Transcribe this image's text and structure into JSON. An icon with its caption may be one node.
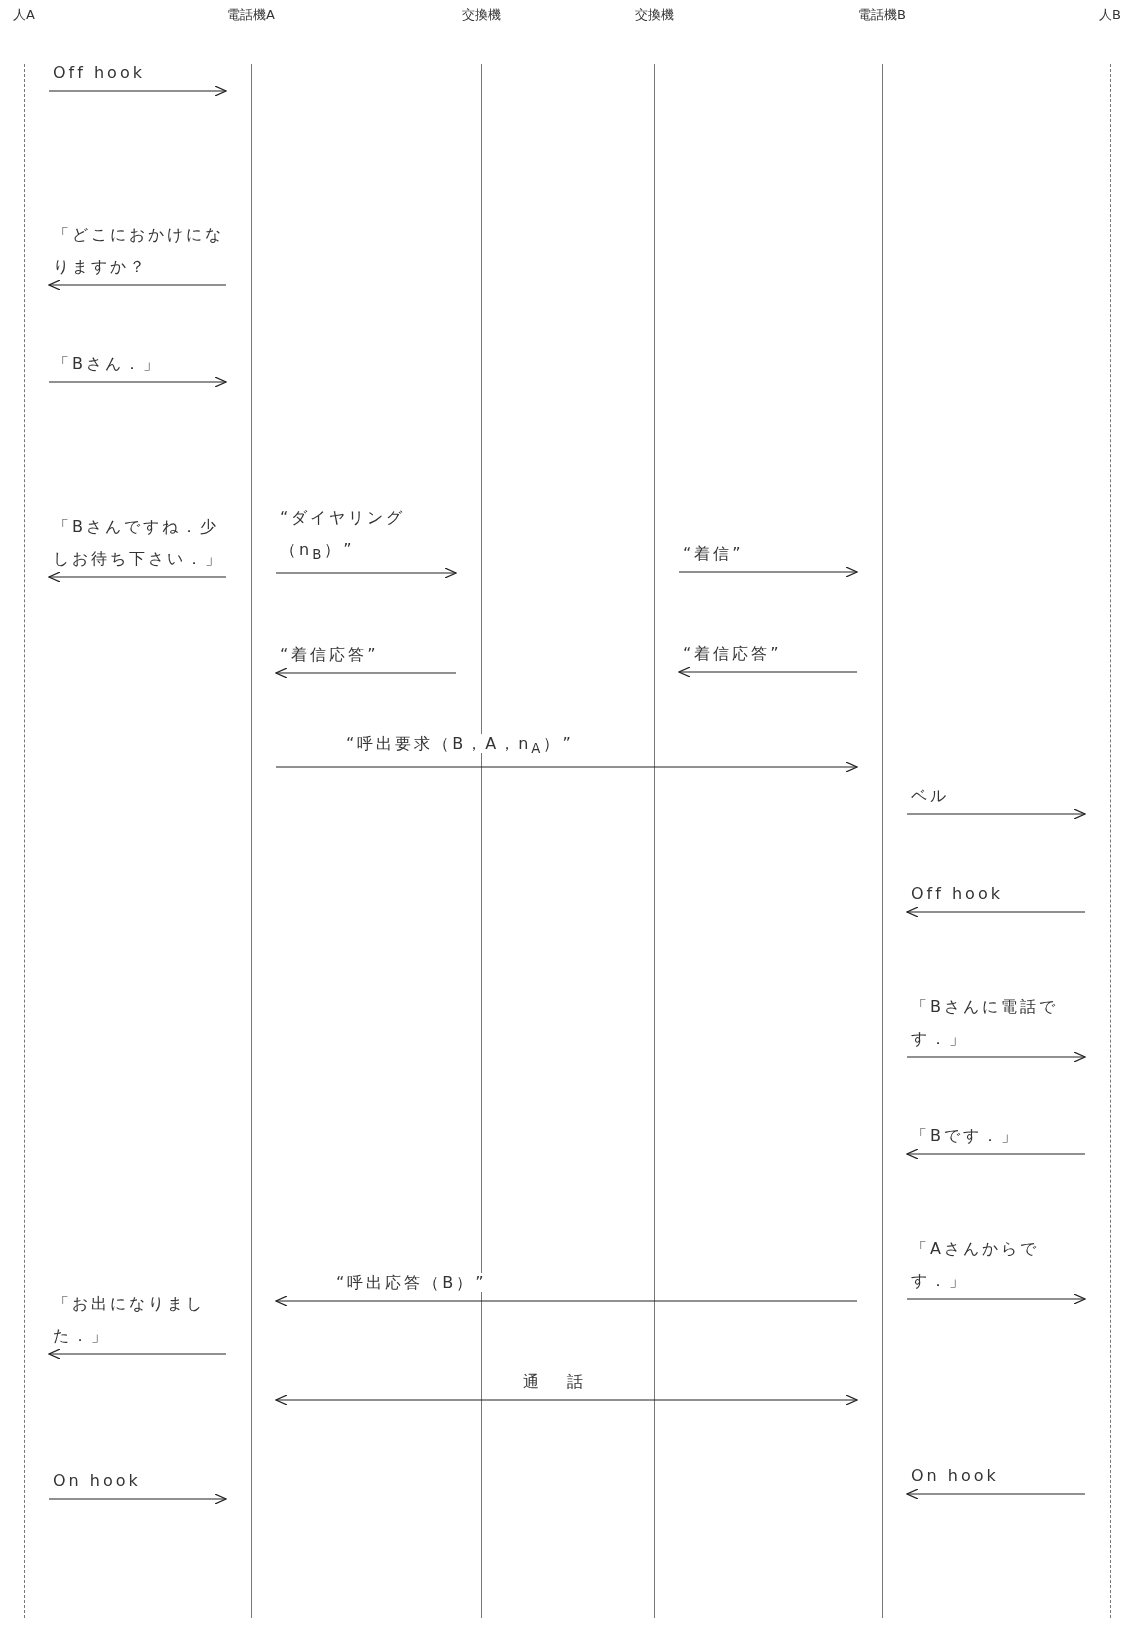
{
  "diagram": {
    "nodes": [
      {
        "text": [
          "人A"
        ]
      },
      {
        "text": [
          "電話機A"
        ]
      },
      {
        "text": [
          "交換機"
        ]
      },
      {
        "text": [
          "交換機"
        ]
      },
      {
        "text": [
          "電話機B"
        ]
      },
      {
        "text": [
          "人B"
        ]
      }
    ],
    "edges": [
      {
        "from": 0,
        "to": 1,
        "arrow": "to",
        "label": "Off hook"
      },
      {
        "from": 1,
        "to": 0,
        "arrow": "to",
        "label": "「どこにおかけになりますか？"
      },
      {
        "from": 0,
        "to": 1,
        "arrow": "to",
        "label": "「Bさん．」"
      },
      {
        "from": 1,
        "to": 0,
        "arrow": "to",
        "label": "「Bさんですね．少しお待ち下さい．」"
      },
      {
        "from": 1,
        "to": 2,
        "arrow": "to",
        "label": "“ダイヤリング（n$_{B}$）”"
      },
      {
        "from": 3,
        "to": 4,
        "arrow": "to",
        "label": "“着信”"
      },
      {
        "from": 2,
        "to": 1,
        "arrow": "to",
        "label": "“着信応答”"
      },
      {
        "from": 4,
        "to": 3,
        "arrow": "to",
        "label": "“着信応答”"
      },
      {
        "from": 1,
        "to": 4,
        "arrow": "to",
        "label": "“呼出要求（B，A，n$_{A}$）”"
      },
      {
        "from": 4,
        "to": 5,
        "arrow": "to",
        "label": "ベル"
      },
      {
        "from": 5,
        "to": 4,
        "arrow": "to",
        "label": "Off hook"
      },
      {
        "from": 4,
        "to": 5,
        "arrow": "to",
        "label": "「Bさんに電話です．」"
      },
      {
        "from": 5,
        "to": 4,
        "arrow": "to",
        "label": "「Bです．」"
      },
      {
        "from": 4,
        "to": 5,
        "arrow": "to",
        "label": "「Aさんからです．」"
      },
      {
        "from": 4,
        "to": 1,
        "arrow": "to",
        "label": "“呼出応答（B）”"
      },
      {
        "from": 1,
        "to": 0,
        "arrow": "to",
        "label": "「お出になりました．」"
      },
      {
        "from": 1,
        "to": 4,
        "arrow": "both",
        "label": "通話"
      },
      {
        "from": 0,
        "to": 1,
        "arrow": "to",
        "label": "On hook"
      },
      {
        "from": 5,
        "to": 4,
        "arrow": "to",
        "label": "On hook"
      }
    ]
  }
}
